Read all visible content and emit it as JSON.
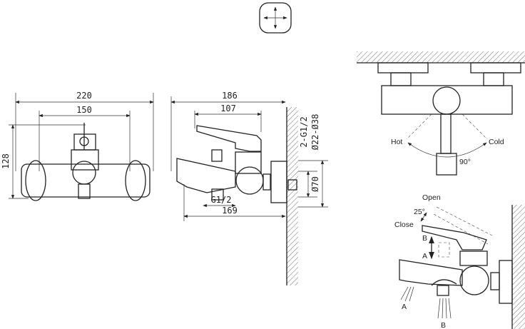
{
  "symbol": {
    "icon": "cross-arrows-icon"
  },
  "front_view": {
    "dim_width_total": "220",
    "dim_centers": "150",
    "dim_height": "128"
  },
  "side_view": {
    "dim_depth_total": "186",
    "dim_lever": "107",
    "dim_spout": "169",
    "dim_outlet": "G1/2",
    "dim_inlets": "2-G1/2",
    "dim_inlet_range": "Ø22-Ø38",
    "dim_flange": "Ø70"
  },
  "top_view": {
    "hot_label": "Hot",
    "cold_label": "Cold",
    "angle_label": "90°"
  },
  "operation_view": {
    "open_label": "Open",
    "close_label": "Close",
    "angle_label": "25°",
    "diverter_up": "B",
    "diverter_down": "A",
    "outlet_a": "A",
    "outlet_b": "B"
  }
}
